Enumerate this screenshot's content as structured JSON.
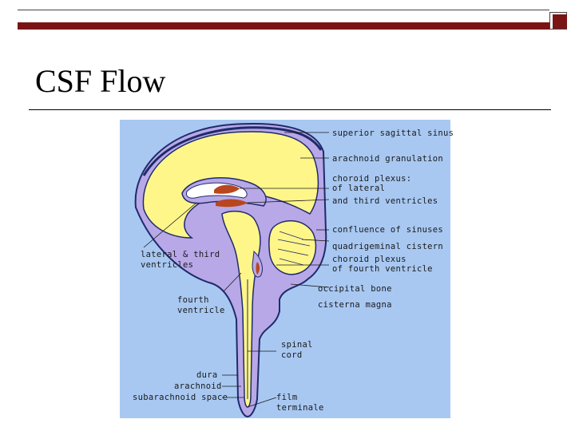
{
  "slide": {
    "title": "CSF Flow"
  },
  "diagram": {
    "colors": {
      "background": "#a8c8f2",
      "brain": "#fff68a",
      "csf": "#b8a8e8",
      "outline": "#1f2b6b",
      "choroid": "#b8461e"
    },
    "labels": {
      "superior_sagittal_sinus": "superior sagittal sinus",
      "arachnoid_granulation": "arachnoid granulation",
      "choroid_plexus_lateral_1": "choroid plexus:",
      "choroid_plexus_lateral_2": "of lateral",
      "choroid_plexus_lateral_3": "and third ventricles",
      "confluence_of_sinuses": "confluence of sinuses",
      "quadrigeminal_cistern": "quadrigeminal cistern",
      "choroid_plexus_fourth_1": "choroid plexus",
      "choroid_plexus_fourth_2": "of fourth ventricle",
      "occipital_bone": "occipital bone",
      "cisterna_magna": "cisterna magna",
      "lateral_third_ventricles_1": "lateral & third",
      "lateral_third_ventricles_2": "ventricles",
      "fourth_ventricle_1": "fourth",
      "fourth_ventricle_2": "ventricle",
      "spinal_cord_1": "spinal",
      "spinal_cord_2": "cord",
      "dura": "dura",
      "arachnoid": "arachnoid",
      "subarachnoid_space": "subarachnoid space",
      "filum_terminale_1": "film",
      "filum_terminale_2": "terminale"
    }
  }
}
